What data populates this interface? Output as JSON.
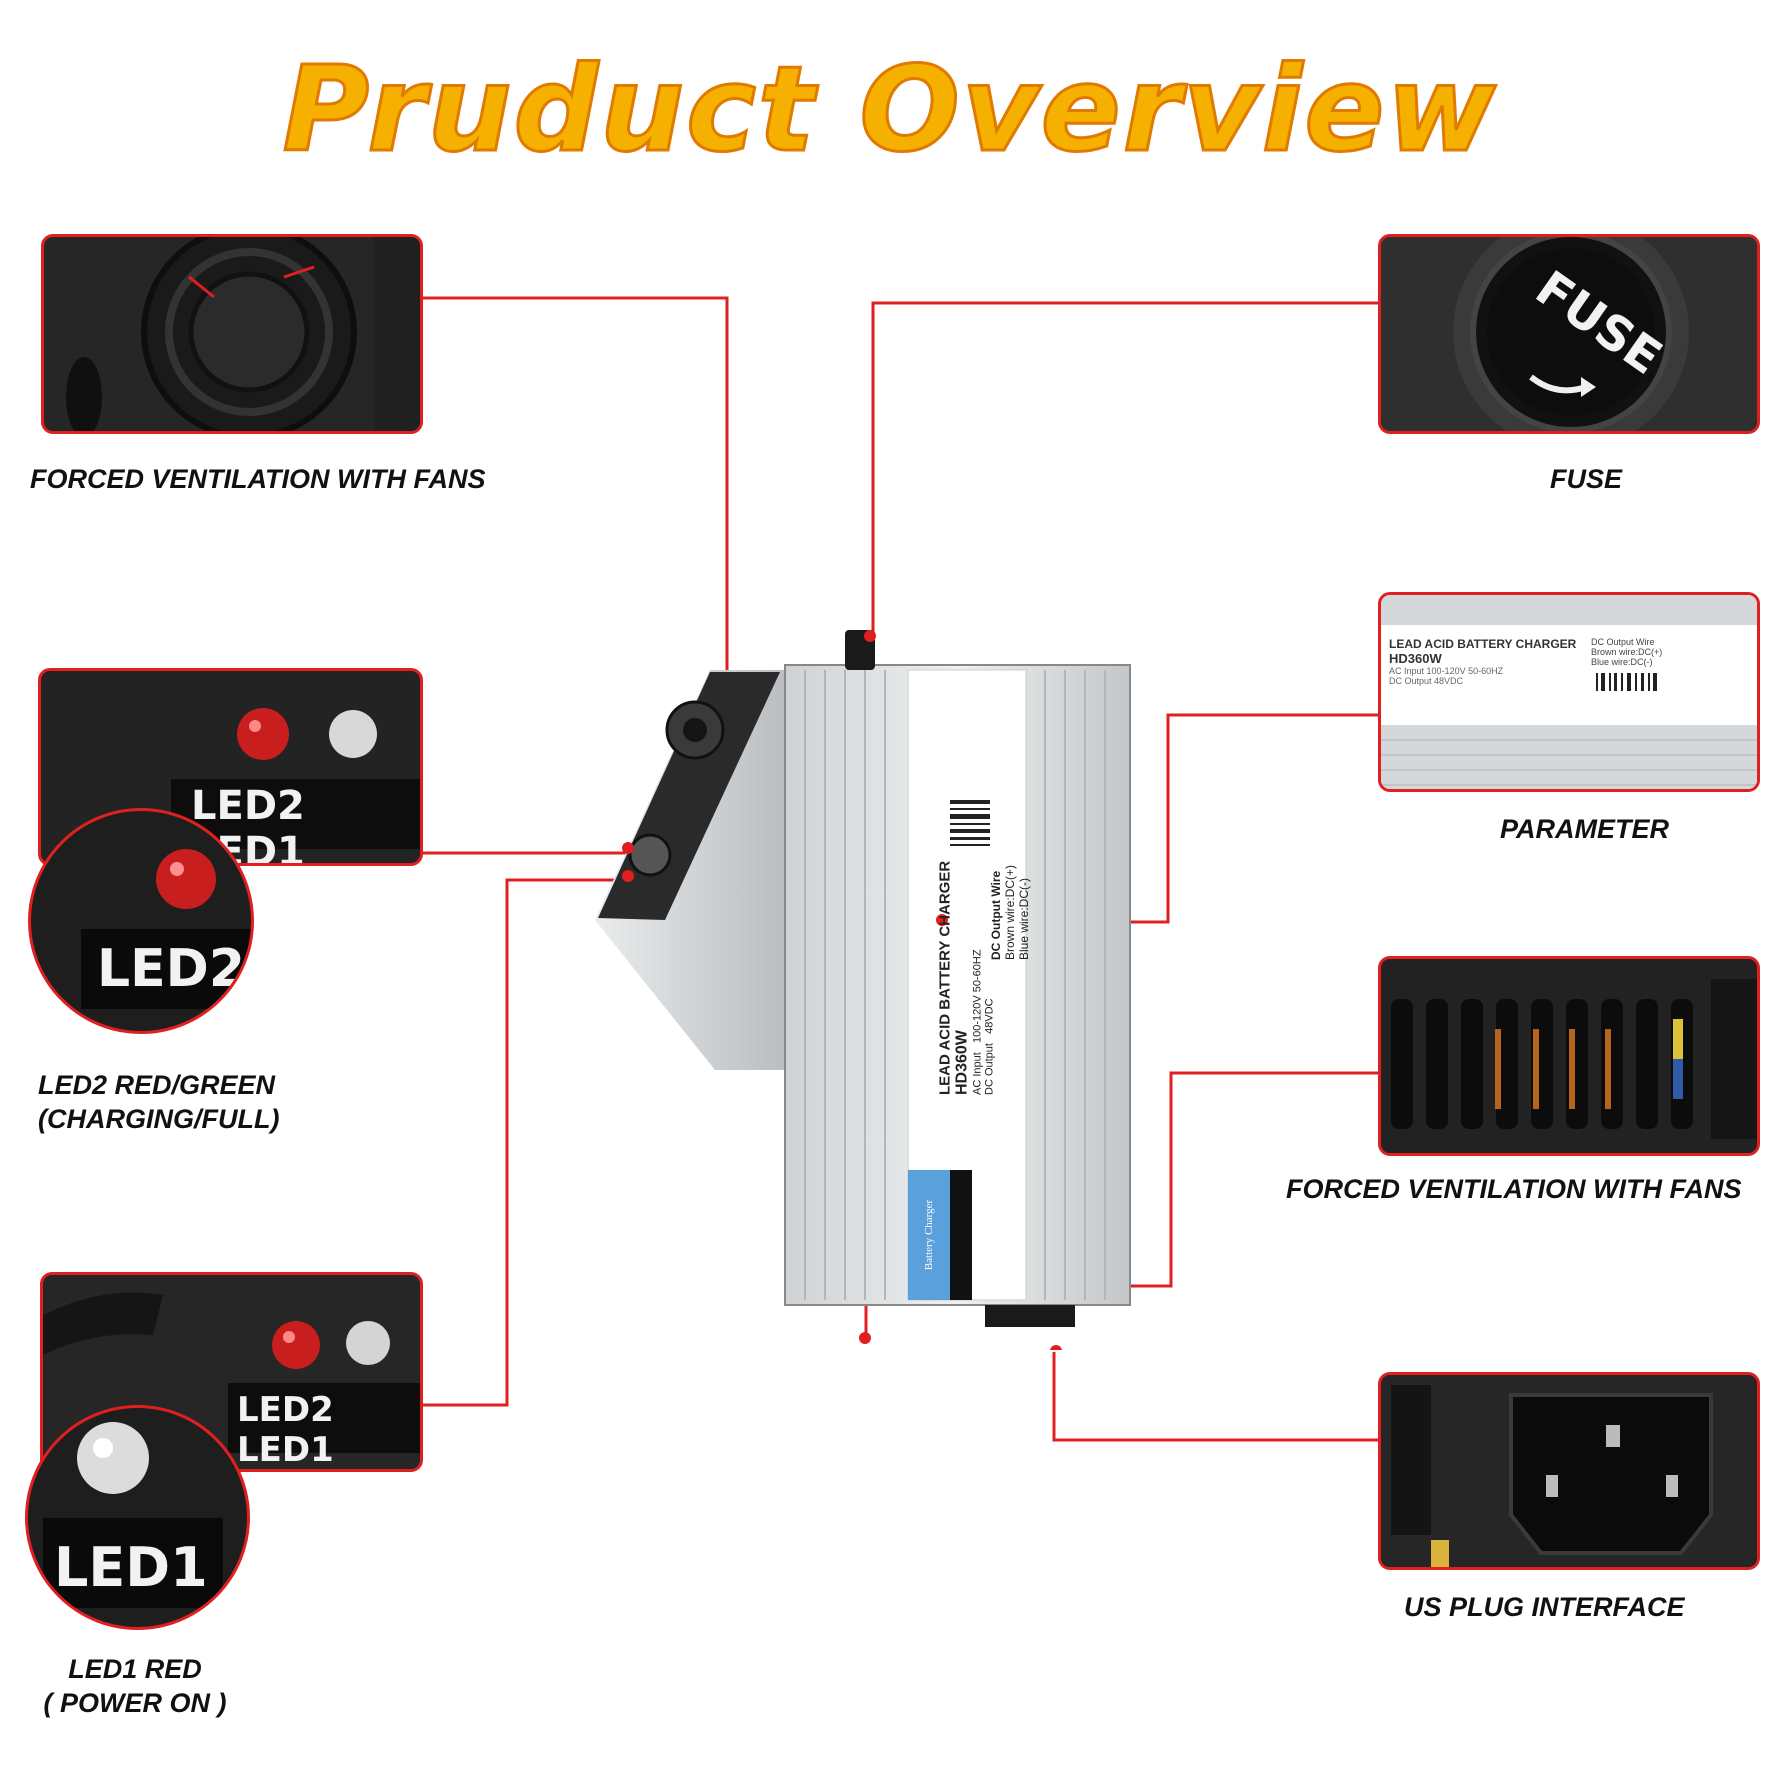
{
  "title": "Pruduct Overview",
  "colors": {
    "title": "#f5b000",
    "title_outline": "#e07a00",
    "callout_line": "#e02020"
  },
  "captions": {
    "fans_left": "FORCED VENTILATION WITH FANS",
    "fuse": "FUSE",
    "parameter": "PARAMETER",
    "led2_line1": "LED2 RED/GREEN",
    "led2_line2": "(CHARGING/FULL)",
    "fans_right": "FORCED VENTILATION WITH FANS",
    "led1_line1": "LED1 RED",
    "led1_line2": "( POWER ON )",
    "us_plug": "US PLUG INTERFACE"
  },
  "panel_text": {
    "fuse_label": "FUSE",
    "led2": "LED2",
    "led1": "LED1",
    "label_title": "LEAD ACID BATTERY CHARGER",
    "label_model": "HD360W",
    "label_ac": "AC Input",
    "label_ac_val": "100-120V 50-60HZ",
    "label_dc": "DC Output",
    "label_dc_val": "48VDC",
    "label_wire_title": "DC Output Wire",
    "label_wire_brown": "Brown wire:DC(+)",
    "label_wire_blue": "Blue wire:DC(-)",
    "label_brand_strip": "Battery Charger"
  }
}
